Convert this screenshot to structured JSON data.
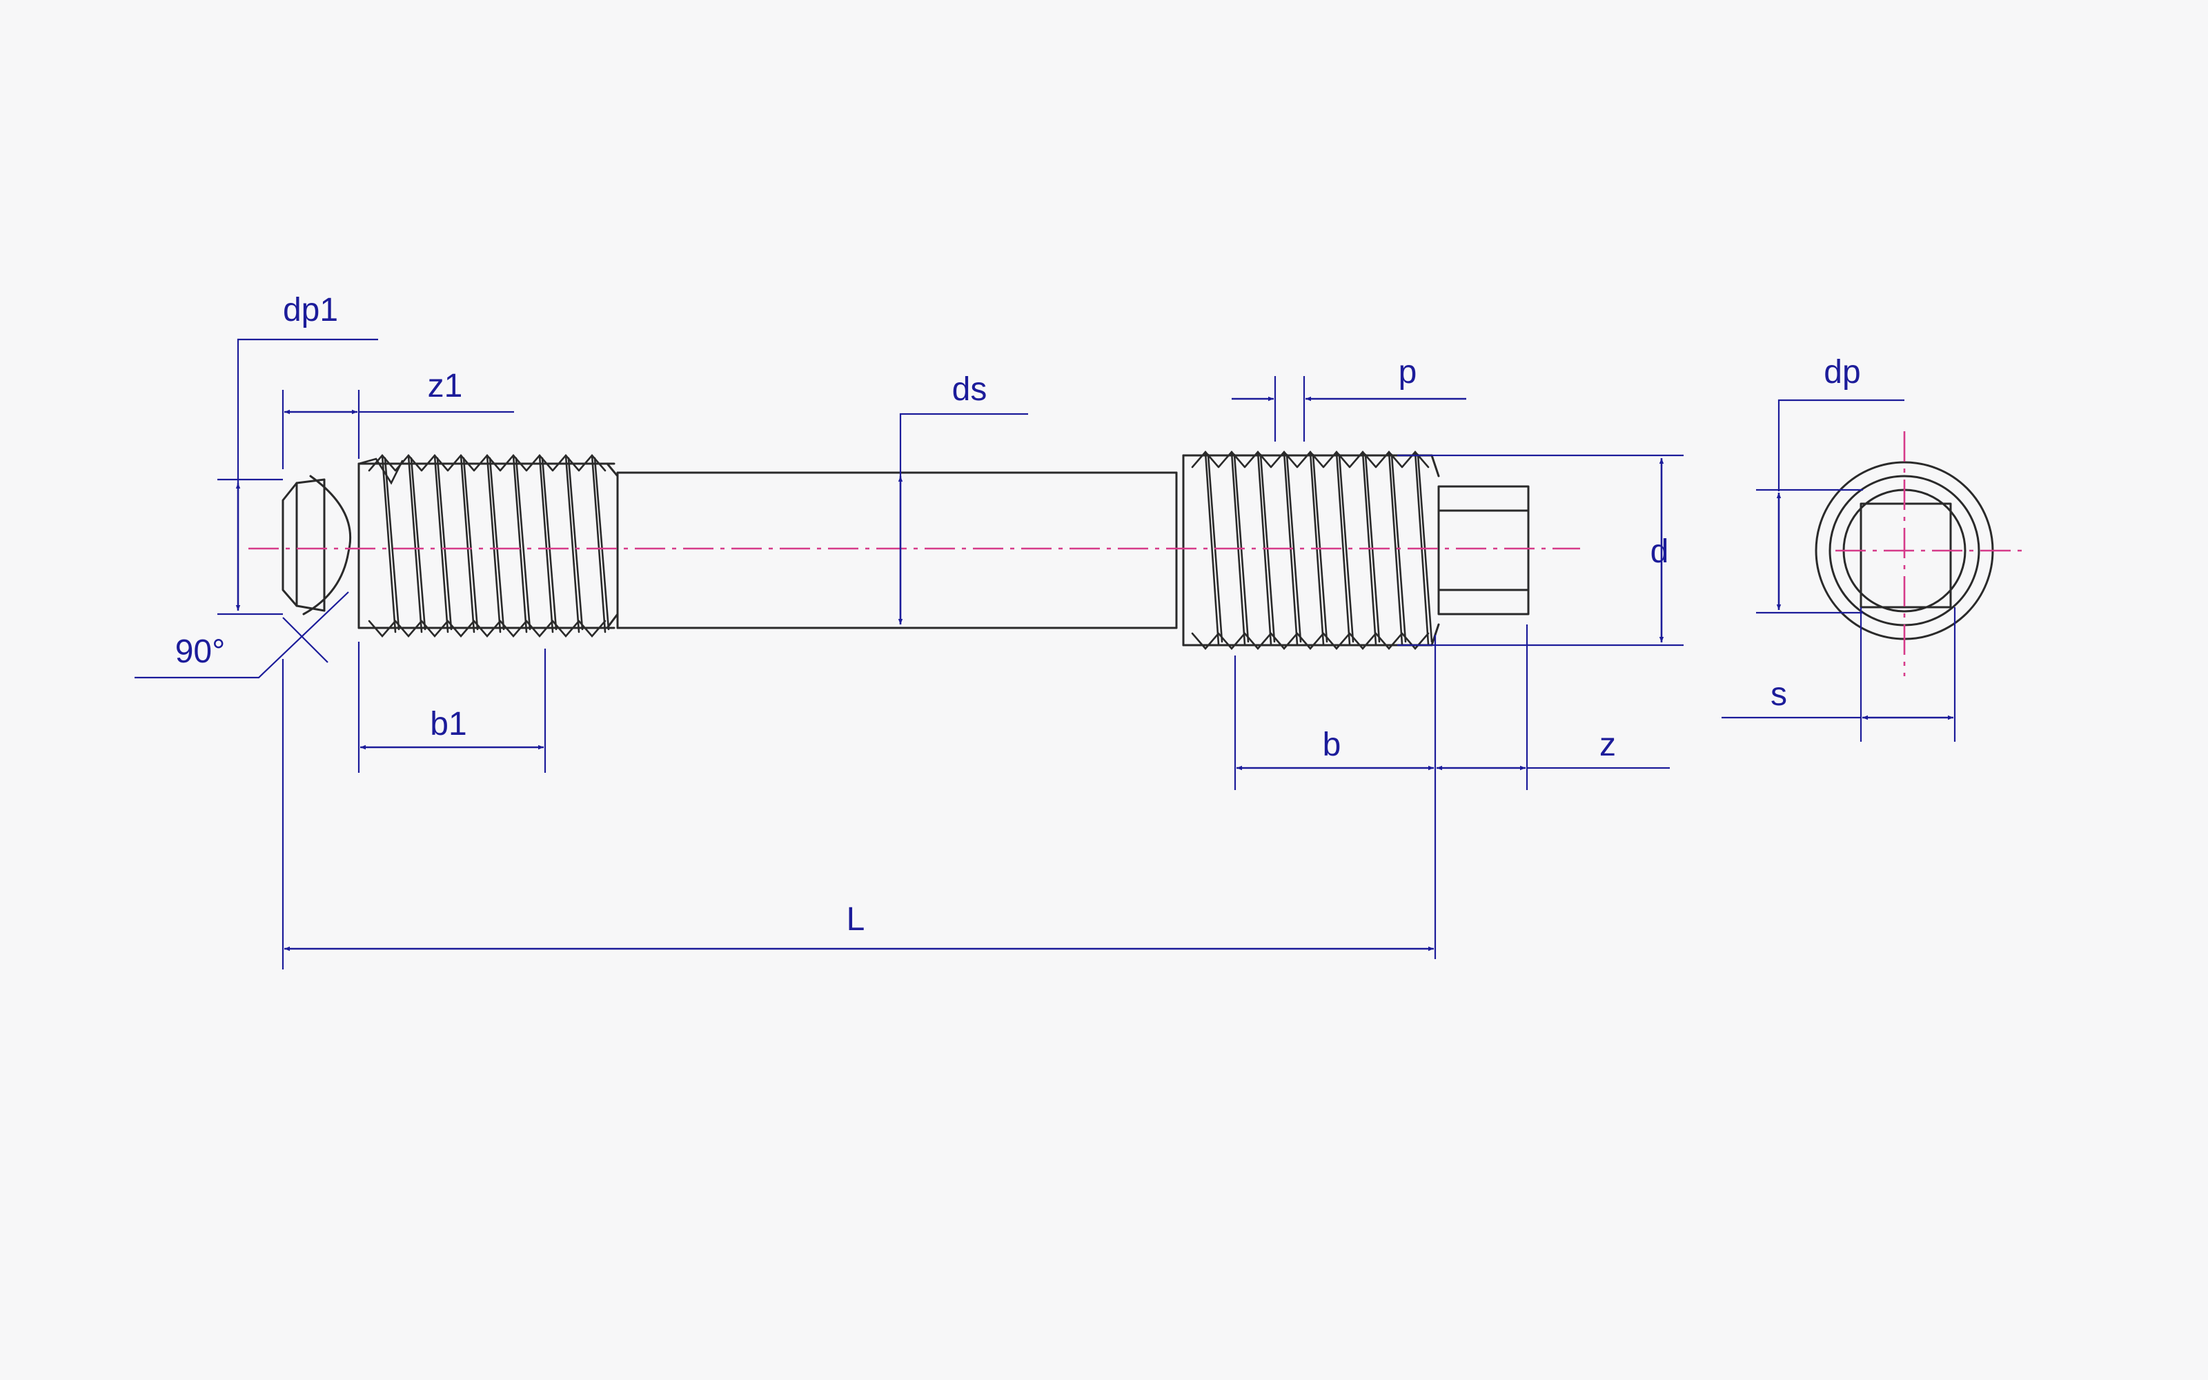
{
  "colors": {
    "part_line": "#2a2a2a",
    "dimension_line": "#1c1c9a",
    "center_line": "#d63b8a",
    "background": "#f7f7f8"
  },
  "labels": {
    "dp1": "dp1",
    "z1": "z1",
    "ds": "ds",
    "p": "p",
    "d": "d",
    "dp": "dp",
    "angle": "90°",
    "b1": "b1",
    "b": "b",
    "z": "z",
    "s": "s",
    "L": "L"
  }
}
